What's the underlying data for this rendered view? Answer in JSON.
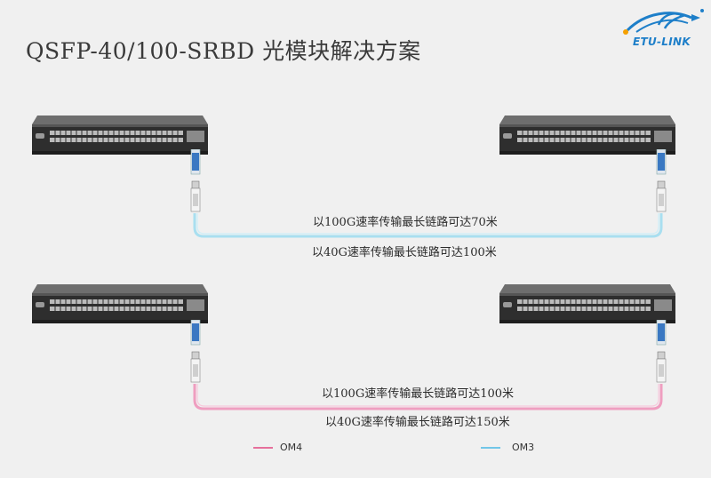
{
  "title": "QSFP-40/100-SRBD 光模块解决方案",
  "logo": {
    "text": "ETU-LINK",
    "icon": "etu-link-logo",
    "brand_color": "#1e7fc9",
    "accent_color": "#f5a000"
  },
  "scenarios": [
    {
      "fiber": "OM3",
      "cable_color": "#a9dff0",
      "caption_100g": "以100G速率传输最长链路可达70米",
      "caption_40g": "以40G速率传输最长链路可达100米"
    },
    {
      "fiber": "OM4",
      "cable_color": "#ef9ec0",
      "caption_100g": "以100G速率传输最长链路可达100米",
      "caption_40g": "以40G速率传输最长链路可达150米"
    }
  ],
  "legend": [
    {
      "label": "OM4",
      "color": "#e6709c"
    },
    {
      "label": "OM3",
      "color": "#72c6e8"
    }
  ]
}
